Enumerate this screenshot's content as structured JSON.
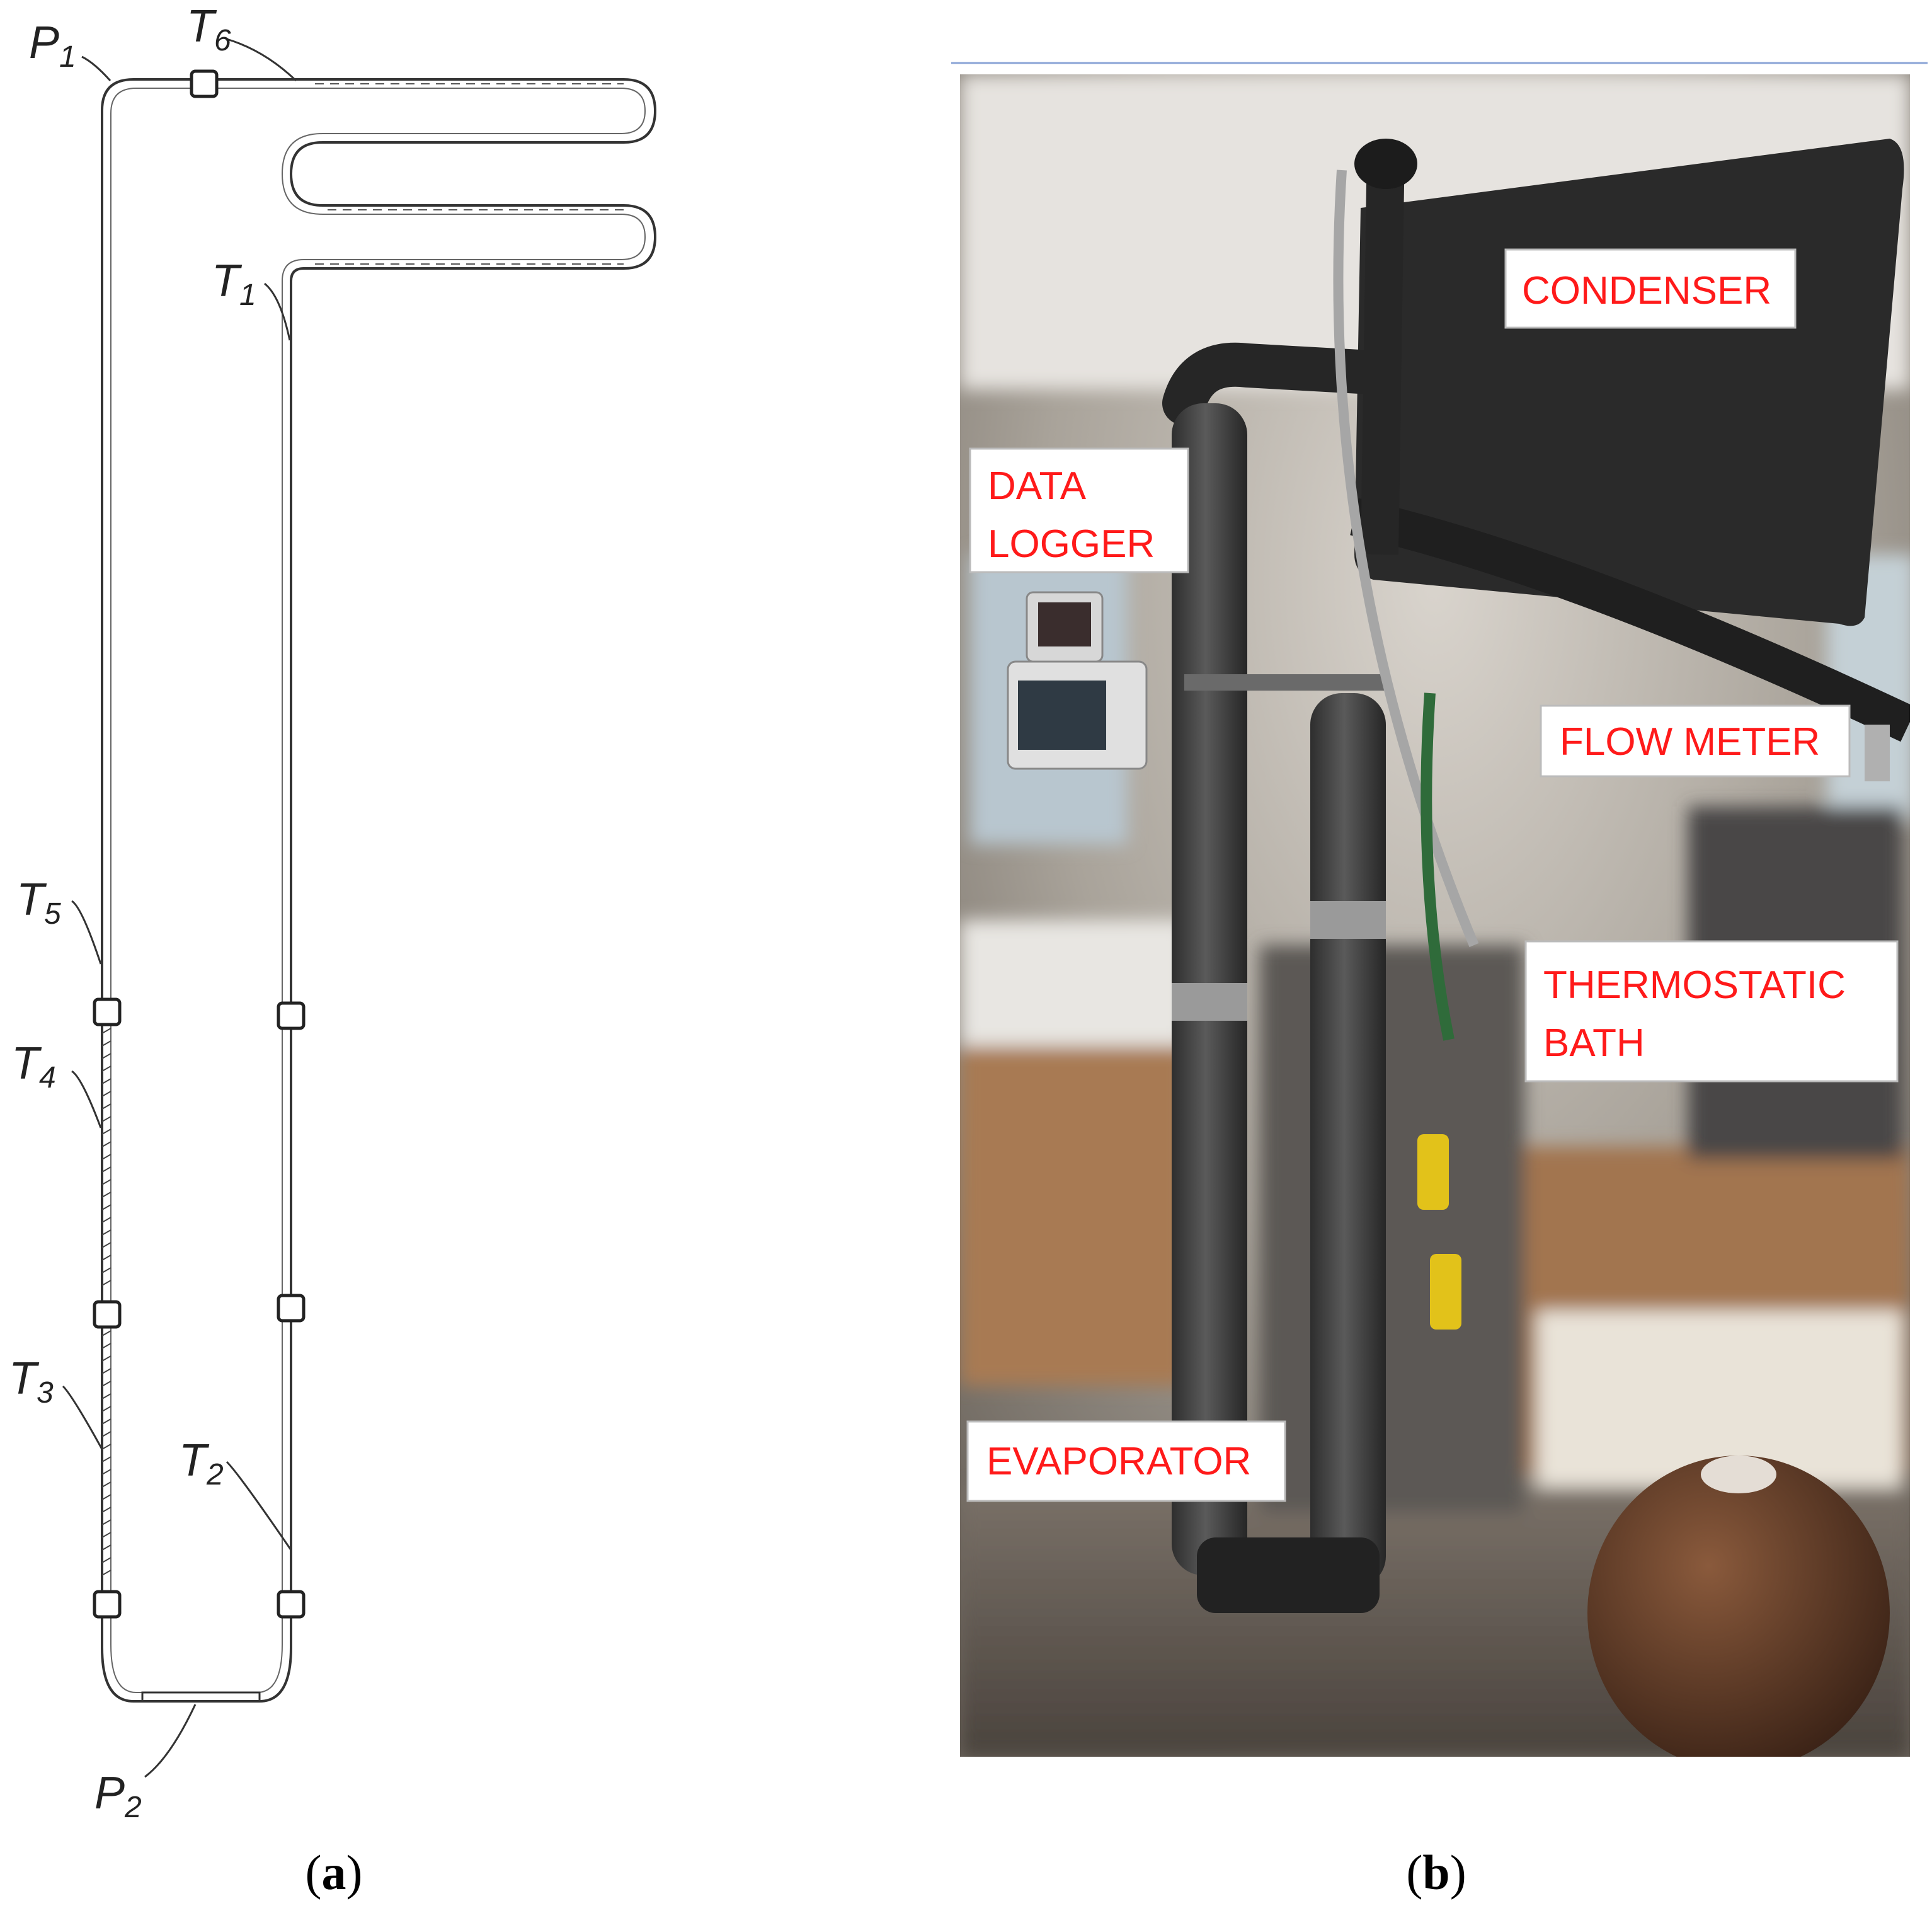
{
  "panel_a": {
    "caption_open": "(",
    "caption_letter": "a",
    "caption_close": ")",
    "labels": {
      "p1": {
        "letter": "P",
        "sub": "1"
      },
      "p2": {
        "letter": "P",
        "sub": "2"
      },
      "t1": {
        "letter": "T",
        "sub": "1"
      },
      "t2": {
        "letter": "T",
        "sub": "2"
      },
      "t3": {
        "letter": "T",
        "sub": "3"
      },
      "t4": {
        "letter": "T",
        "sub": "4"
      },
      "t5": {
        "letter": "T",
        "sub": "5"
      },
      "t6": {
        "letter": "T",
        "sub": "6"
      }
    }
  },
  "panel_b": {
    "caption_open": "(",
    "caption_letter": "b",
    "caption_close": ")",
    "callouts": {
      "condenser": [
        "CONDENSER"
      ],
      "data_logger": [
        "DATA",
        "LOGGER"
      ],
      "flow_meter": [
        "FLOW METER"
      ],
      "thermostatic_bath": [
        "THERMOSTATIC",
        "BATH"
      ],
      "evaporator": [
        "EVAPORATOR"
      ]
    },
    "callout_color": "#ff1a1a"
  }
}
